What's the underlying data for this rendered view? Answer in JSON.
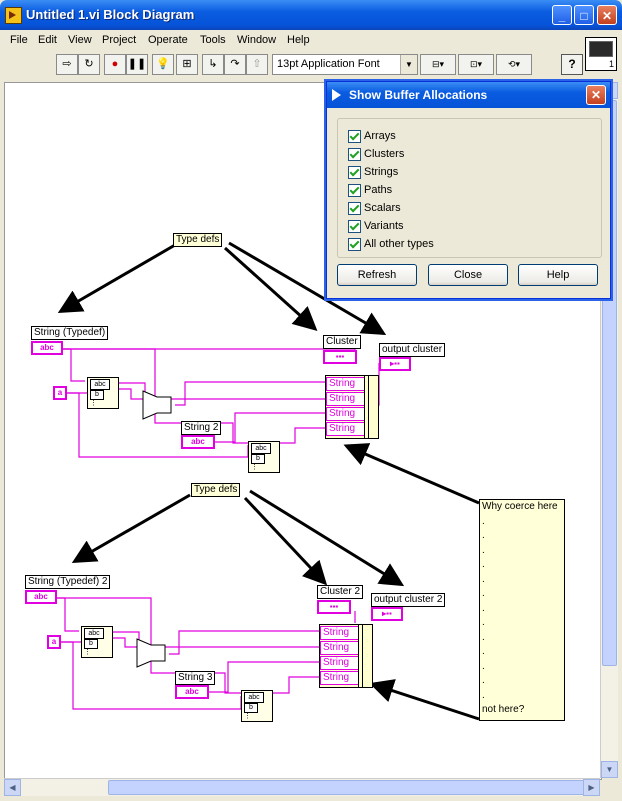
{
  "window": {
    "title": "Untitled 1.vi Block Diagram",
    "min": "_",
    "max": "□",
    "close": "✕"
  },
  "menu": [
    "File",
    "Edit",
    "View",
    "Project",
    "Operate",
    "Tools",
    "Window",
    "Help"
  ],
  "toolbar": {
    "font": "13pt Application Font",
    "help": "?",
    "vi_icon_num": "1"
  },
  "dialog": {
    "title": "Show Buffer Allocations",
    "checkboxes": [
      {
        "label": "Arrays",
        "checked": true
      },
      {
        "label": "Clusters",
        "checked": true
      },
      {
        "label": "Strings",
        "checked": true
      },
      {
        "label": "Paths",
        "checked": true
      },
      {
        "label": "Scalars",
        "checked": true
      },
      {
        "label": "Variants",
        "checked": true
      },
      {
        "label": "All other types",
        "checked": true
      }
    ],
    "buttons": {
      "refresh": "Refresh",
      "close": "Close",
      "help": "Help"
    }
  },
  "diagram": {
    "top": {
      "type_defs": "Type defs",
      "string_typedef": "String (Typedef)",
      "cluster": "Cluster",
      "output_cluster": "output cluster",
      "string2": "String 2",
      "bundle_rows": [
        "String",
        "String",
        "String",
        "String"
      ]
    },
    "bottom": {
      "type_defs": "Type defs",
      "string_typedef": "String (Typedef) 2",
      "cluster": "Cluster 2",
      "output_cluster": "output cluster 2",
      "string3": "String 3",
      "bundle_rows": [
        "String",
        "String",
        "String",
        "String"
      ]
    },
    "abc": "abc",
    "a": "a",
    "note": {
      "first": "Why coerce here",
      "dots": [
        ".",
        ".",
        ".",
        ".",
        ".",
        ".",
        ".",
        ".",
        ".",
        ".",
        ".",
        ".",
        "."
      ],
      "last": "not here?"
    }
  },
  "colors": {
    "wire": "#e000e0",
    "title": "#0a5ce0",
    "note_bg": "#ffffd8"
  }
}
